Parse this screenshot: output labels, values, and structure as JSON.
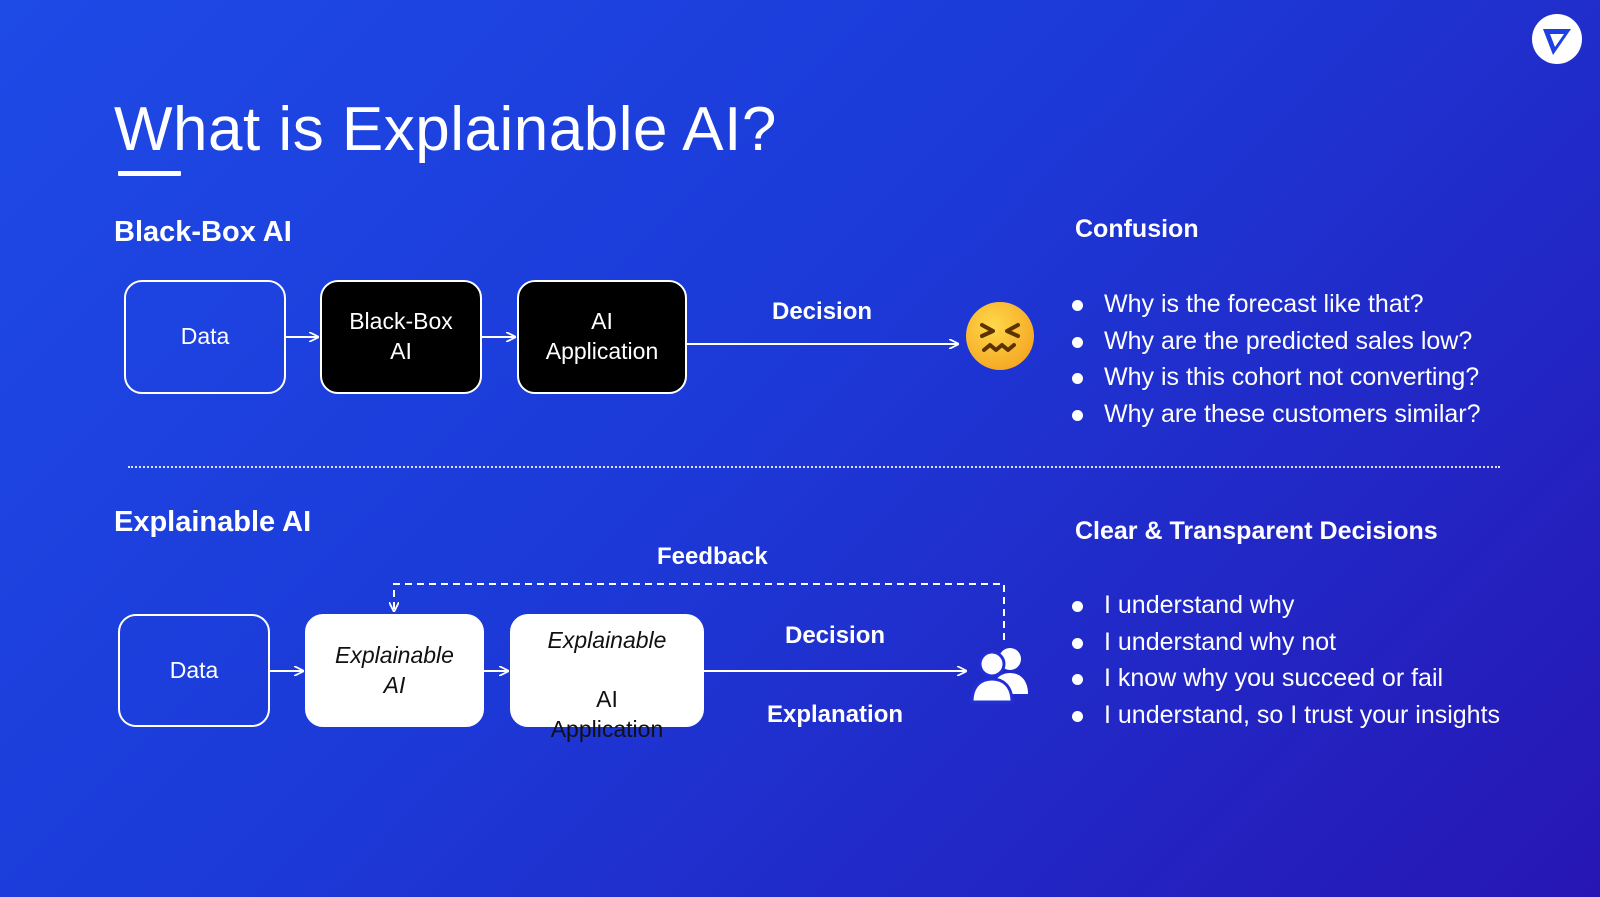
{
  "slide": {
    "title": "What is Explainable AI?",
    "background_colors": [
      "#1e4ae6",
      "#2716b4"
    ]
  },
  "logo": {
    "icon": "brand-logo-icon"
  },
  "black_box": {
    "heading": "Black-Box AI",
    "nodes": [
      "Data",
      "Black-Box\nAI",
      "AI\nApplication"
    ],
    "decision_label": "Decision",
    "outcome_icon": "confounded-face-emoji-icon",
    "panel": {
      "heading": "Confusion",
      "items": [
        "Why is the forecast like that?",
        "Why are the predicted sales low?",
        "Why is this cohort not converting?",
        "Why are these customers similar?"
      ]
    }
  },
  "explainable": {
    "heading": "Explainable AI",
    "nodes": [
      "Data",
      "Explainable\nAI",
      "Explainable\nAI\nApplication"
    ],
    "decision_label": "Decision",
    "explanation_label": "Explanation",
    "feedback_label": "Feedback",
    "outcome_icon": "users-icon",
    "panel": {
      "heading": "Clear & Transparent Decisions",
      "items": [
        "I understand why",
        "I understand why not",
        "I know why you succeed or fail",
        "I understand, so I trust your insights"
      ]
    }
  }
}
